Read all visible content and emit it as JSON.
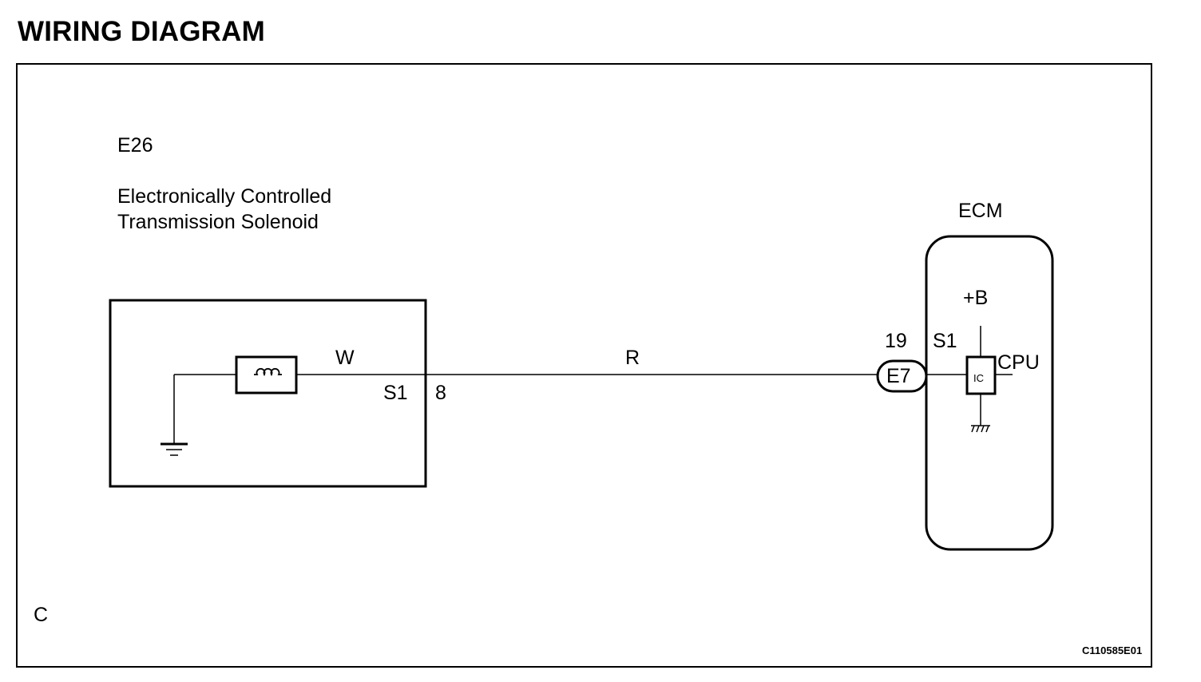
{
  "title": "WIRING DIAGRAM",
  "component": {
    "code": "E26",
    "name_line1": "Electronically Controlled",
    "name_line2": "Transmission Solenoid",
    "wire_color_inside": "W",
    "terminal_name": "S1",
    "terminal_number": "8"
  },
  "harness": {
    "wire_color": "R"
  },
  "ecm": {
    "name": "ECM",
    "connector": "E7",
    "pin_number": "19",
    "pin_name": "S1",
    "supply": "+B",
    "ic_label": "IC",
    "cpu_label": "CPU"
  },
  "footer": {
    "corner_letter": "C",
    "figure_code": "C110585E01"
  }
}
